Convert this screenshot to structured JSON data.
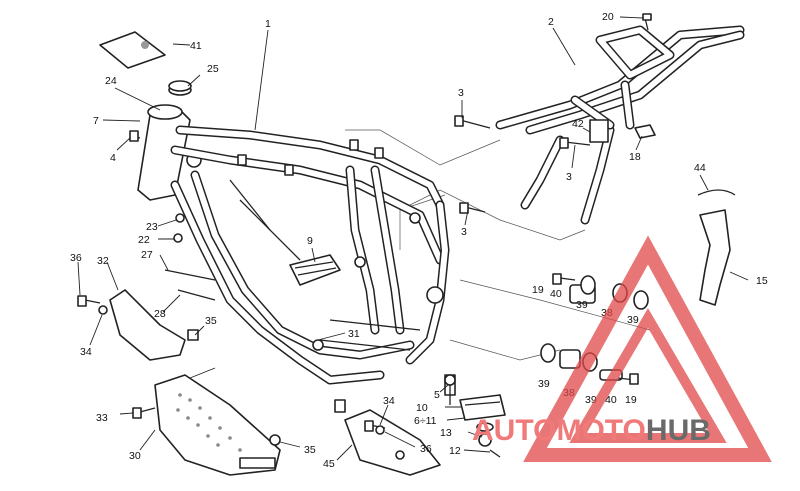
{
  "labels": [
    {
      "id": "1",
      "text": "1"
    },
    {
      "id": "2",
      "text": "2"
    },
    {
      "id": "3a",
      "text": "3"
    },
    {
      "id": "3b",
      "text": "3"
    },
    {
      "id": "3c",
      "text": "3"
    },
    {
      "id": "4",
      "text": "4"
    },
    {
      "id": "5",
      "text": "5"
    },
    {
      "id": "7",
      "text": "7"
    },
    {
      "id": "9",
      "text": "9"
    },
    {
      "id": "10",
      "text": "10"
    },
    {
      "id": "611",
      "text": "6÷11"
    },
    {
      "id": "12",
      "text": "12"
    },
    {
      "id": "13",
      "text": "13"
    },
    {
      "id": "15",
      "text": "15"
    },
    {
      "id": "18",
      "text": "18"
    },
    {
      "id": "19a",
      "text": "19"
    },
    {
      "id": "19b",
      "text": "19"
    },
    {
      "id": "20",
      "text": "20"
    },
    {
      "id": "22",
      "text": "22"
    },
    {
      "id": "23",
      "text": "23"
    },
    {
      "id": "24",
      "text": "24"
    },
    {
      "id": "25",
      "text": "25"
    },
    {
      "id": "27",
      "text": "27"
    },
    {
      "id": "28",
      "text": "28"
    },
    {
      "id": "30",
      "text": "30"
    },
    {
      "id": "31",
      "text": "31"
    },
    {
      "id": "32",
      "text": "32"
    },
    {
      "id": "33",
      "text": "33"
    },
    {
      "id": "34a",
      "text": "34"
    },
    {
      "id": "34b",
      "text": "34"
    },
    {
      "id": "35a",
      "text": "35"
    },
    {
      "id": "35b",
      "text": "35"
    },
    {
      "id": "36a",
      "text": "36"
    },
    {
      "id": "36b",
      "text": "36"
    },
    {
      "id": "38a",
      "text": "38"
    },
    {
      "id": "38b",
      "text": "38"
    },
    {
      "id": "39a",
      "text": "39"
    },
    {
      "id": "39b",
      "text": "39"
    },
    {
      "id": "39c",
      "text": "39"
    },
    {
      "id": "39d",
      "text": "39"
    },
    {
      "id": "40a",
      "text": "40"
    },
    {
      "id": "40b",
      "text": "40"
    },
    {
      "id": "41",
      "text": "41"
    },
    {
      "id": "42",
      "text": "42"
    },
    {
      "id": "44",
      "text": "44"
    },
    {
      "id": "45",
      "text": "45"
    }
  ],
  "watermark": {
    "part1": "AUTO",
    "part2": "MOTO",
    "part3": "HUB"
  },
  "colors": {
    "watermark_red": "#e04848",
    "watermark_gray": "#6a6a6a",
    "line": "#222222"
  }
}
